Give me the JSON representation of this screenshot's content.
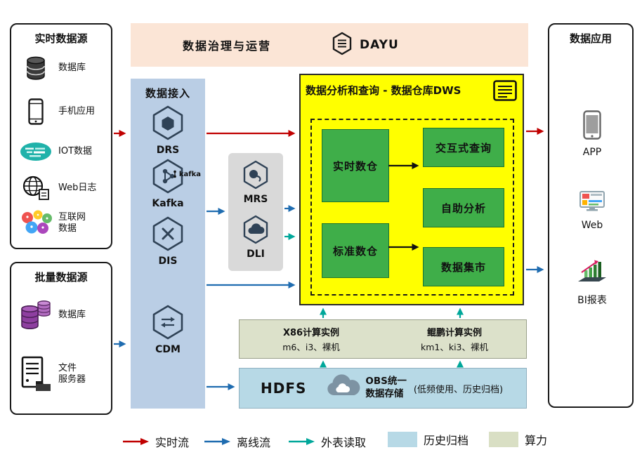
{
  "colors": {
    "realtime_flow": "#c00000",
    "offline_flow": "#1f6cb0",
    "external_read": "#00a79a",
    "archive_fill": "#b7d9e6",
    "compute_fill": "#d9dfc4",
    "ingest_bg": "#bacee5",
    "governance_bg": "#fbe5d6",
    "dws_bg": "#ffff00",
    "warehouse_green": "#3fae49"
  },
  "realtime_sources": {
    "title": "实时数据源",
    "items": [
      {
        "label": "数据库"
      },
      {
        "label": "手机应用"
      },
      {
        "label": "IOT数据"
      },
      {
        "label": "Web日志"
      },
      {
        "label": "互联网\n数据"
      }
    ]
  },
  "batch_sources": {
    "title": "批量数据源",
    "items": [
      {
        "label": "数据库"
      },
      {
        "label": "文件\n服务器"
      }
    ]
  },
  "governance": {
    "title": "数据治理与运营",
    "product": "DAYU"
  },
  "ingestion": {
    "title": "数据接入",
    "kafka_wordmark": "kafka",
    "items": [
      {
        "label": "DRS"
      },
      {
        "label": "Kafka"
      },
      {
        "label": "DIS"
      },
      {
        "label": "CDM"
      }
    ]
  },
  "processing": {
    "items": [
      {
        "label": "MRS"
      },
      {
        "label": "DLI"
      }
    ]
  },
  "dws": {
    "title": "数据分析和查询 - 数据仓库DWS",
    "warehouses": [
      {
        "label": "实时数仓"
      },
      {
        "label": "标准数仓"
      }
    ],
    "services": [
      {
        "label": "交互式查询"
      },
      {
        "label": "自助分析"
      },
      {
        "label": "数据集市"
      }
    ]
  },
  "applications": {
    "title": "数据应用",
    "items": [
      {
        "label": "APP"
      },
      {
        "label": "Web"
      },
      {
        "label": "BI报表"
      }
    ]
  },
  "compute": {
    "x86": {
      "title": "X86计算实例",
      "specs": "m6、i3、裸机"
    },
    "kunpeng": {
      "title": "鲲鹏计算实例",
      "specs": "km1、ki3、裸机"
    }
  },
  "storage": {
    "hdfs": "HDFS",
    "obs": "OBS统一\n数据存储",
    "note": "(低频使用、历史归档)"
  },
  "legend": {
    "realtime": "实时流",
    "offline": "离线流",
    "external_read": "外表读取",
    "archive": "历史归档",
    "compute": "算力"
  }
}
